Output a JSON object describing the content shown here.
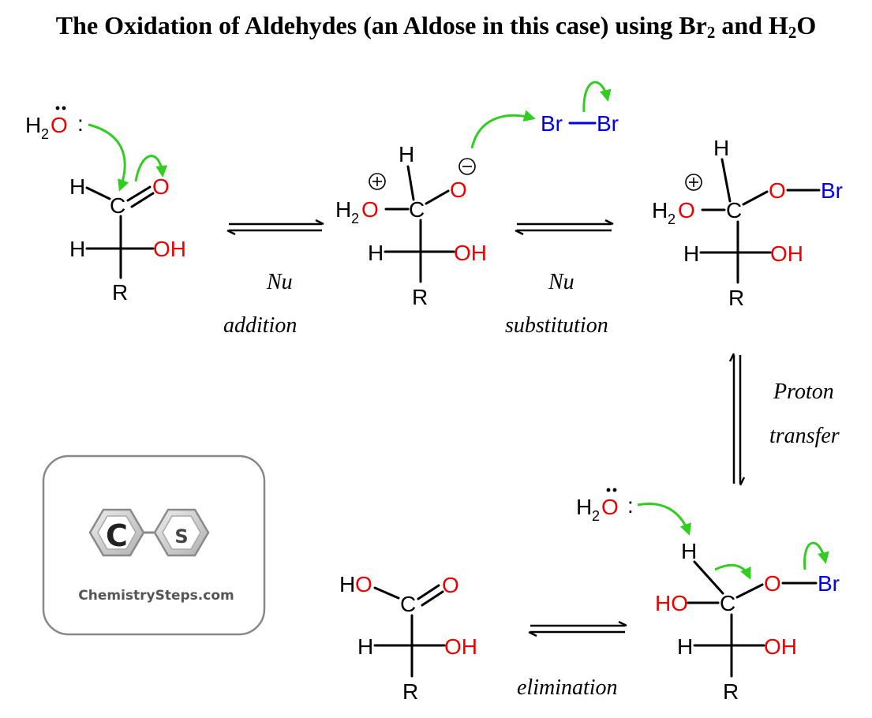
{
  "title": {
    "main": "The Oxidation of Aldehydes (an Aldose in this case) using Br",
    "sub1": "2",
    "mid": " and H",
    "sub2": "2",
    "end": "O"
  },
  "steps": {
    "nu_addition": [
      "Nu",
      "addition"
    ],
    "nu_substitution": [
      "Nu",
      "substitution"
    ],
    "proton_transfer": [
      "Proton",
      "transfer"
    ],
    "elimination": "elimination"
  },
  "atoms": {
    "H": "H",
    "C": "C",
    "O": "O",
    "R": "R",
    "Br": "Br",
    "OH": "OH",
    "HO": "HO",
    "H2O_H": "H",
    "H2O_sub": "2",
    "H2O_O": "O",
    "lone_pair": ":",
    "plus": "+",
    "minus": "−"
  },
  "logo": {
    "c_letter": "C",
    "s_letter": "S",
    "website": "ChemistrySteps.com"
  },
  "colors": {
    "oxygen": "#ee0000",
    "bromine": "#0000ee",
    "arrow": "#33cc22",
    "text": "#000000",
    "logo_border": "#888888",
    "logo_text": "#555555"
  }
}
